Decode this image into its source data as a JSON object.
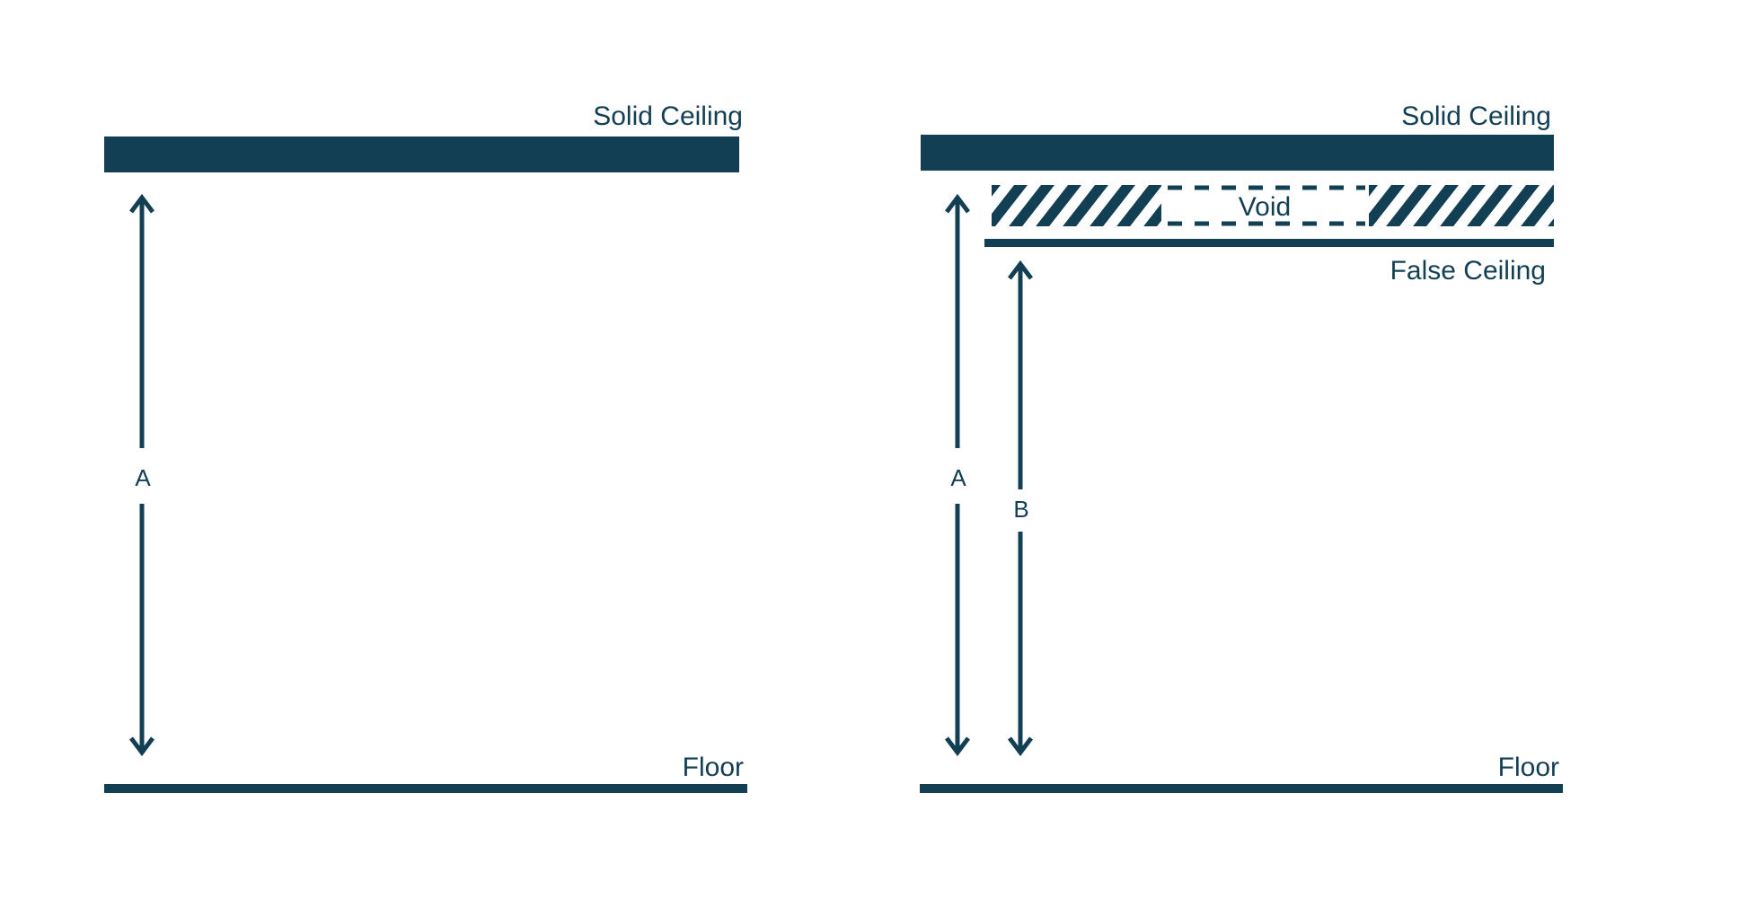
{
  "colors": {
    "primary": "#133f55",
    "background": "#ffffff"
  },
  "left_diagram": {
    "ceiling_label": "Solid Ceiling",
    "floor_label": "Floor",
    "dimension_label": "A"
  },
  "right_diagram": {
    "ceiling_label": "Solid Ceiling",
    "void_label": "Void",
    "false_ceiling_label": "False Ceiling",
    "floor_label": "Floor",
    "dimension_a_label": "A",
    "dimension_b_label": "B"
  }
}
